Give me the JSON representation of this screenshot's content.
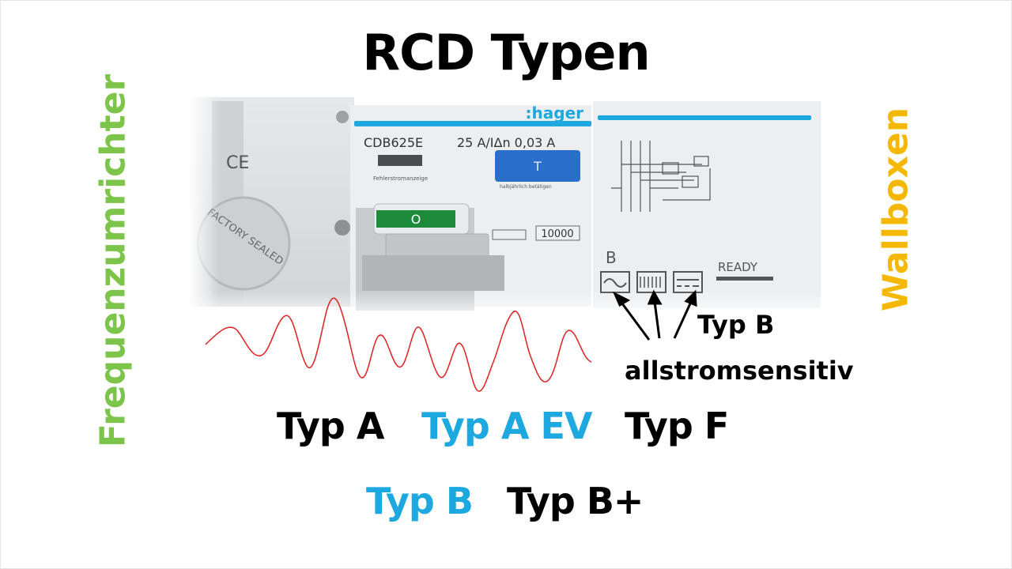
{
  "title": "RCD Typen",
  "left_vertical": {
    "text": "Frequenzumrichter",
    "color": "#7dc44a"
  },
  "right_vertical": {
    "text": "Wallboxen",
    "color": "#f5b800"
  },
  "device": {
    "brand": ":hager",
    "model": "CDB625E",
    "rating": "25 A/IΔn 0,03 A",
    "indicator_label": "Fehlerstromanzeige",
    "button_symbol": "T",
    "button_label": "halbjährlich betätigen",
    "switch_symbol": "O",
    "counter": "10000",
    "seal_text": "FACTORY SEALED",
    "type_letter": "B",
    "ready": "READY",
    "ce": "CE",
    "accent": "#1ea8e0"
  },
  "annotation": {
    "line1": "Typ B",
    "line2": "allstromsensitiv"
  },
  "types": {
    "typ_a": "Typ A",
    "typ_a_ev": "Typ A EV",
    "typ_f": "Typ F",
    "typ_b": "Typ B",
    "typ_b_plus": "Typ B+"
  },
  "colors": {
    "blue": "#1ea8e0",
    "black": "#000000",
    "wave": "#e02020"
  }
}
